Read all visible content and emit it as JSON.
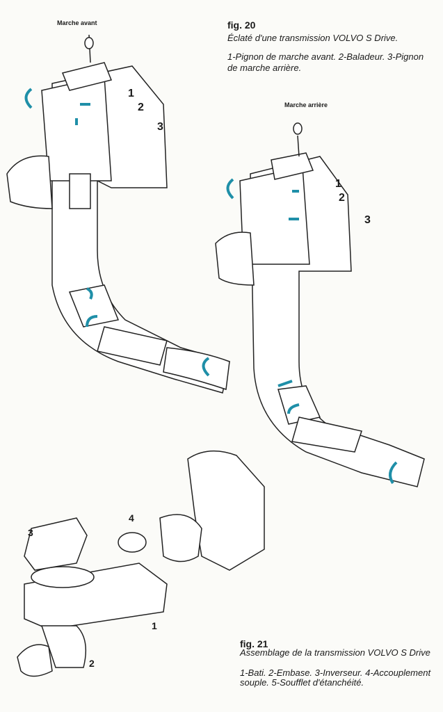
{
  "fig20": {
    "title": "fig. 20",
    "subtitle": "Éclaté d'une transmission VOLVO S Drive.",
    "legend_line1": "1-Pignon de marche avant. 2-Baladeur. 3-Pignon",
    "legend_line2": "de marche arrière.",
    "forward": {
      "label": "Marche avant",
      "callouts": [
        "1",
        "2",
        "3"
      ]
    },
    "reverse": {
      "label": "Marche arrière",
      "callouts": [
        "1",
        "2",
        "3"
      ]
    }
  },
  "fig21": {
    "title": "fig. 21",
    "subtitle": "Assemblage de la transmission VOLVO S Drive",
    "legend_line1": "1-Bati.  2-Embase.  3-Inverseur.  4-Accouplement",
    "legend_line2": "souple. 5-Soufflet d'étanchéité.",
    "callouts": [
      "1",
      "2",
      "3",
      "4"
    ]
  },
  "colors": {
    "arrow": "#1f8fa8",
    "ink": "#1a1a1a",
    "paper": "#fbfbf8"
  }
}
